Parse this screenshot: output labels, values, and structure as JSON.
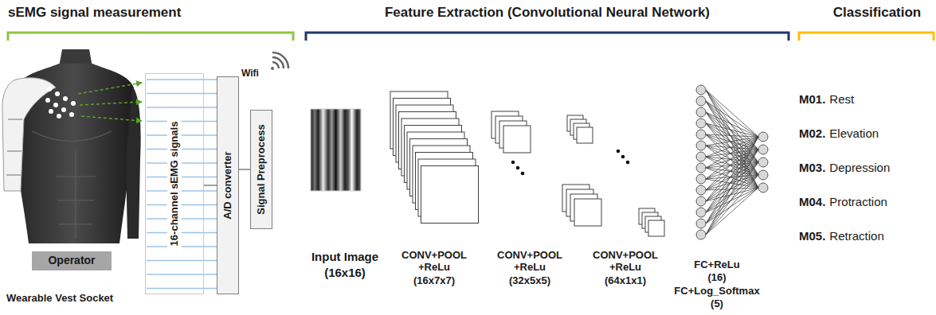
{
  "diagram": {
    "nodes": [
      {
        "text": [
          "Operator"
        ]
      },
      {
        "text": [
          "16-channel sEMG signals"
        ]
      },
      {
        "text": [
          "A/D converter"
        ]
      },
      {
        "text": [
          "Signal Preprocess"
        ]
      }
    ],
    "edges": [
      {
        "from": 1,
        "to": 2,
        "arrow": "none"
      },
      {
        "from": 2,
        "to": 3,
        "arrow": "none"
      }
    ],
    "labels": [
      "sEMG signal measurement",
      "Feature Extraction (Convolutional Neural Network)",
      "Classification",
      "Wearable Vest Socket",
      "Wifi",
      "Input Image",
      "(16x16)",
      "CONV+POOL +ReLu",
      "(16x7x7)",
      "CONV+POOL +ReLu",
      "(32x5x5)",
      "CONV+POOL +ReLu",
      "(64x1x1)",
      "FC+ReLu",
      "(16)",
      "FC+Log_Softmax",
      "(5)",
      "M01.",
      "Rest",
      "M02.",
      "Elevation",
      "M03.",
      "Depression",
      "M04.",
      "Protraction",
      "M05.",
      "Retraction"
    ]
  }
}
